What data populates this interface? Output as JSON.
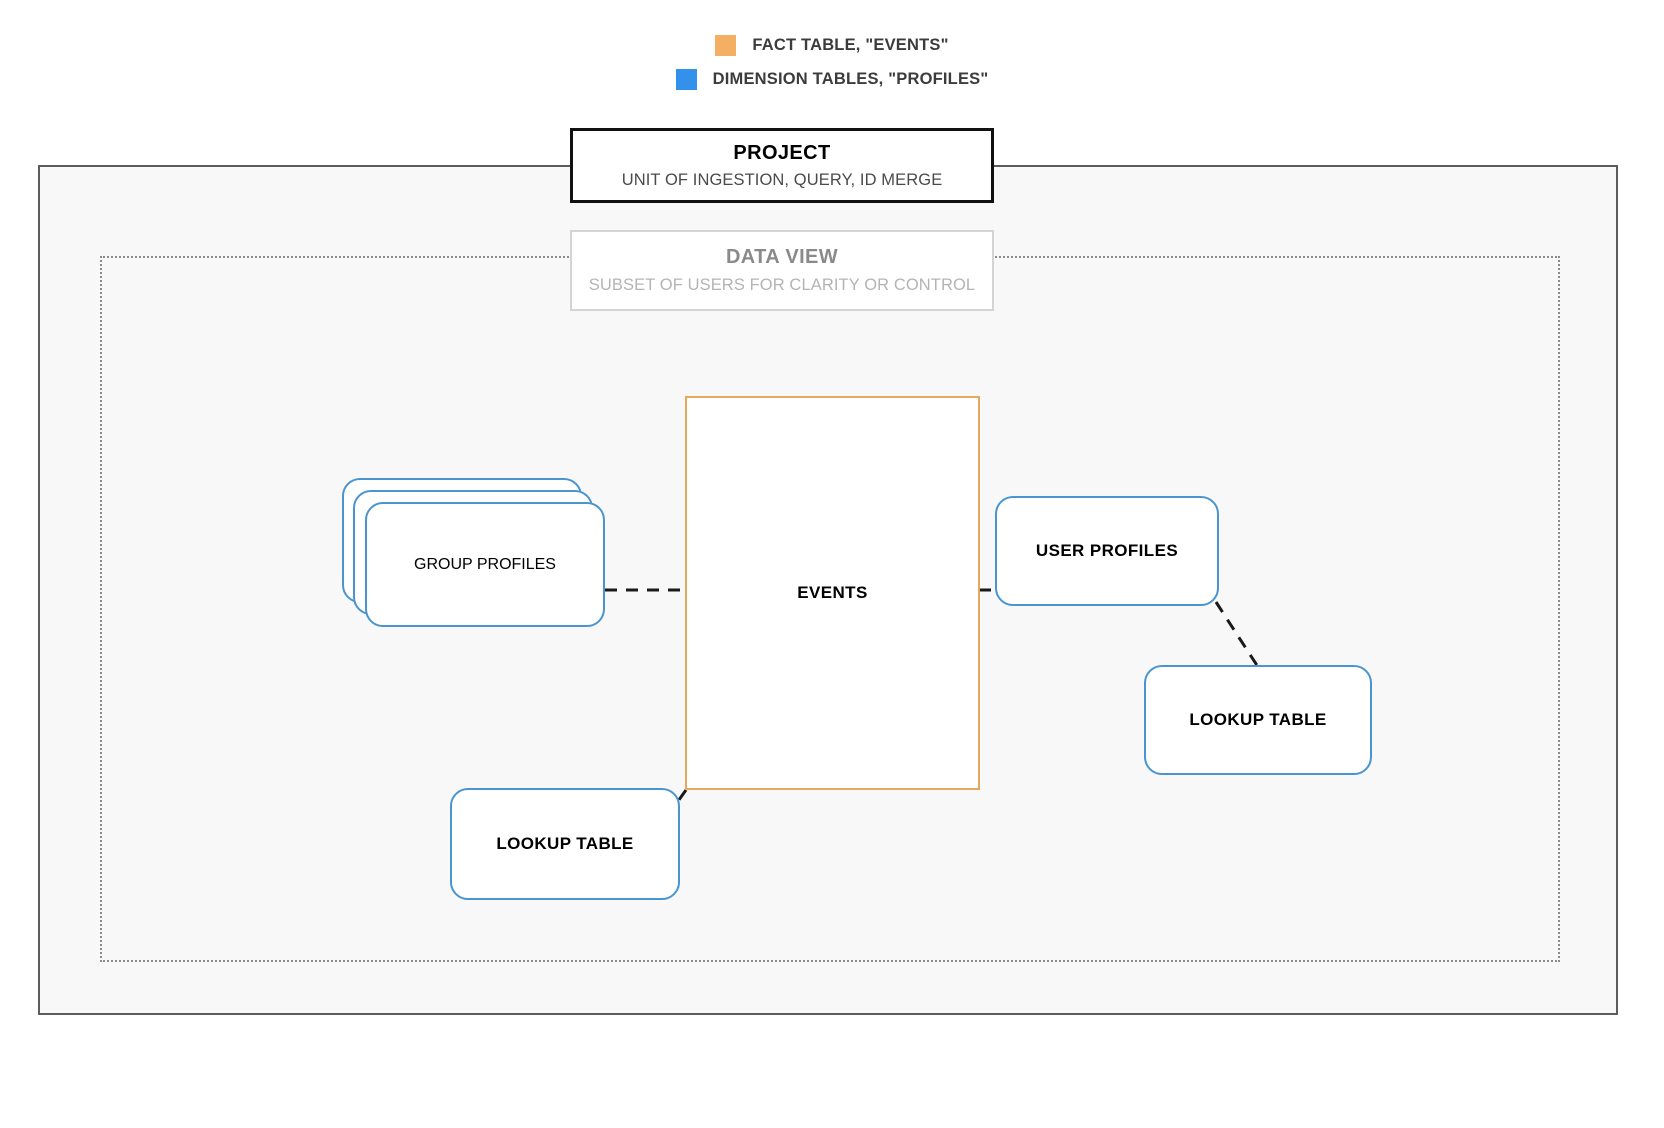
{
  "legend": {
    "items": [
      {
        "swatch_color": "#f5af62",
        "label": "FACT TABLE, \"EVENTS\"",
        "icon": "square-swatch-icon"
      },
      {
        "swatch_color": "#3391eb",
        "label": "DIMENSION TABLES, \"PROFILES\"",
        "icon": "square-swatch-icon"
      }
    ]
  },
  "project": {
    "title": "PROJECT",
    "subtitle": "UNIT OF INGESTION, QUERY, ID MERGE",
    "border_color": "#111111"
  },
  "data_view": {
    "title": "DATA VIEW",
    "subtitle": "SUBSET OF USERS FOR CLARITY OR CONTROL",
    "border_color": "#d4d4d4"
  },
  "nodes": {
    "fact": {
      "label": "EVENTS",
      "color": "#e8a85c",
      "type": "fact-table"
    },
    "group_profiles": {
      "label": "GROUP PROFILES",
      "color": "#4a95cf",
      "type": "dimension-table-stack",
      "stack_count": 3
    },
    "user_profiles": {
      "label": "USER PROFILES",
      "color": "#4a95cf",
      "type": "dimension-table"
    },
    "lookup_left": {
      "label": "LOOKUP TABLE",
      "color": "#4a95cf",
      "type": "lookup-table"
    },
    "lookup_right": {
      "label": "LOOKUP TABLE",
      "color": "#4a95cf",
      "type": "lookup-table"
    }
  },
  "edges": [
    {
      "from": "group_profiles",
      "to": "fact",
      "style": "dashed"
    },
    {
      "from": "fact",
      "to": "user_profiles",
      "style": "dashed"
    },
    {
      "from": "fact",
      "to": "lookup_left",
      "style": "dashed"
    },
    {
      "from": "user_profiles",
      "to": "lookup_right",
      "style": "dashed"
    }
  ],
  "colors": {
    "canvas": "#ffffff",
    "project_fill": "#f8f8f8",
    "fact": "#e8a85c",
    "dimension": "#4a95cf",
    "edge": "#1a1a1a"
  }
}
